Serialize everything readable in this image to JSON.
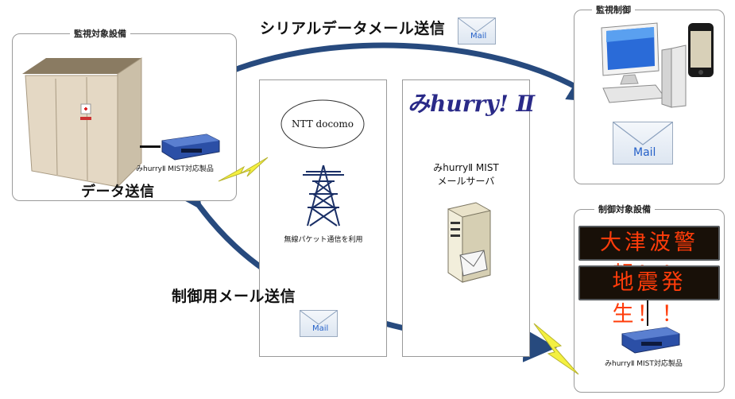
{
  "top_arrow_label": "シリアルデータメール送信",
  "bottom_arrow_label": "制御用メール送信",
  "left_panel": {
    "title": "監視対象設備",
    "device_label": "みhurryⅡ MIST対応製品",
    "send_label": "データ送信"
  },
  "network_column": {
    "carrier": "NTT docomo",
    "packet_label": "無線パケット通信を利用"
  },
  "server_column": {
    "logo": "みhurry! Ⅱ",
    "server_line1": "みhurryⅡ MIST",
    "server_line2": "メールサーバ"
  },
  "monitor_panel": {
    "title": "監視制御",
    "mail_label": "Mail"
  },
  "control_panel": {
    "title": "制御対象設備",
    "sign1": "大津波警報！！",
    "sign2": "地震発生！！",
    "device_label": "みhurryⅡ MIST対応製品"
  },
  "mail_icon_text": "Mail",
  "colors": {
    "arrow": "#274a7e",
    "lightning": "#f4f040",
    "led_text": "#ff3c0a",
    "logo": "#2a2a88"
  }
}
